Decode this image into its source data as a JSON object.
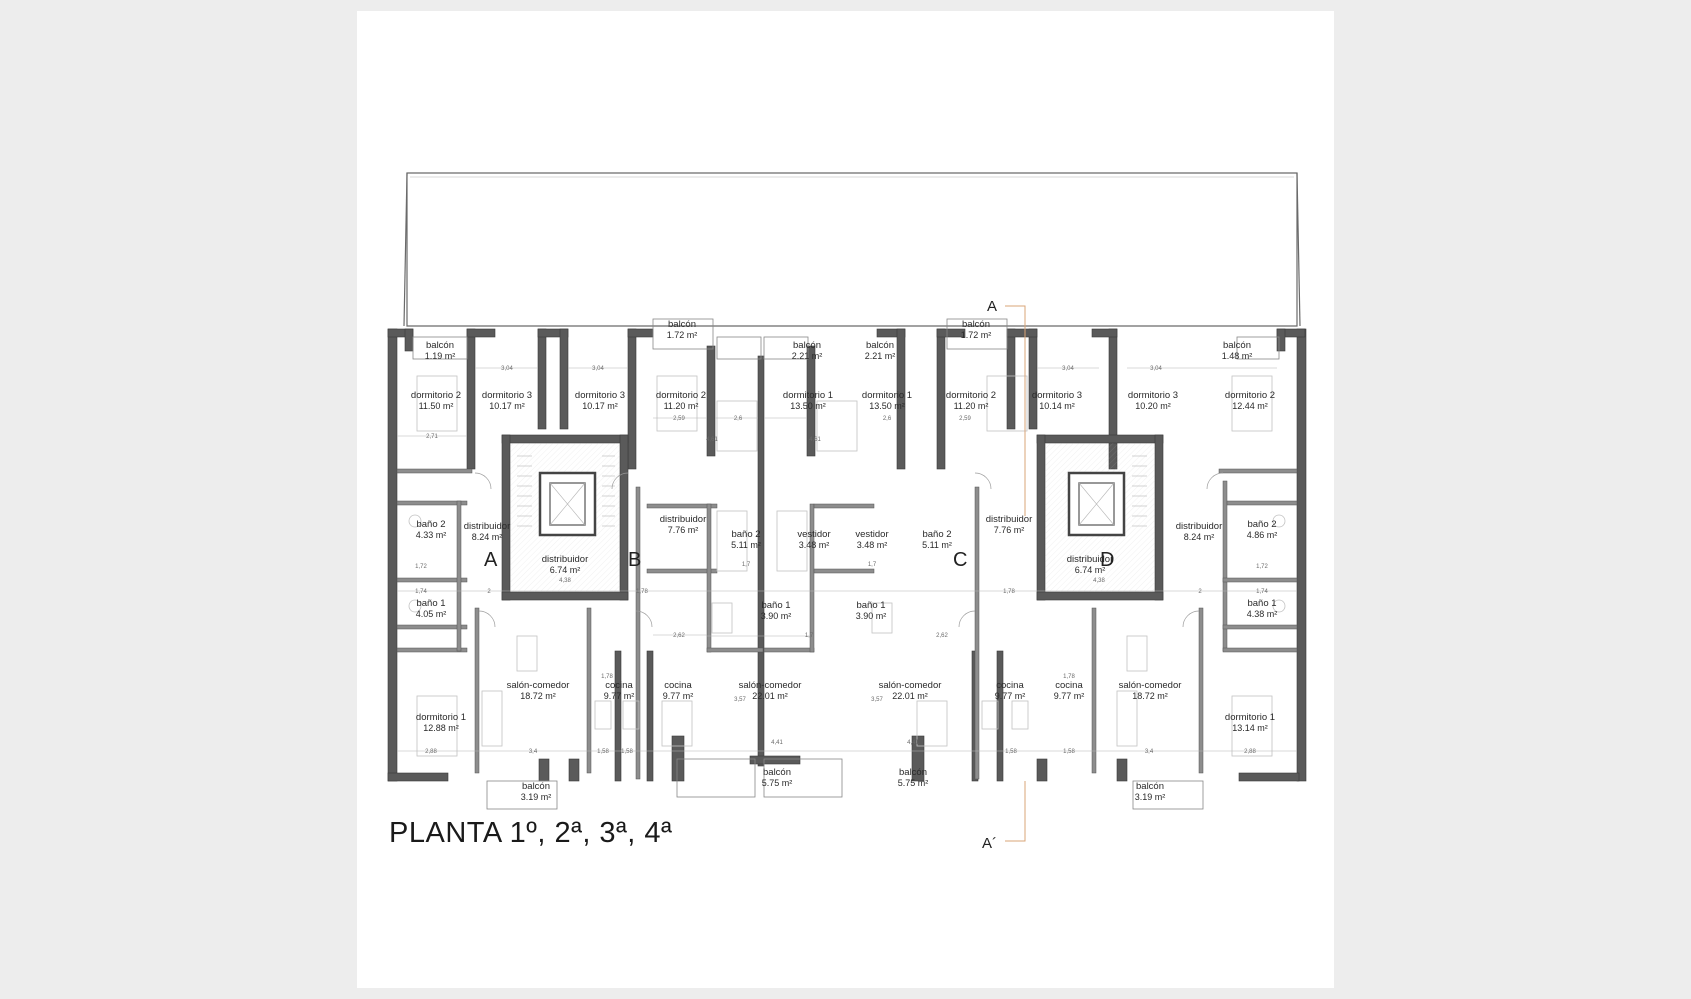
{
  "title": "PLANTA 1º, 2ª, 3ª, 4ª",
  "section": {
    "start": "A",
    "end": "A´"
  },
  "units": [
    {
      "letter": "A"
    },
    {
      "letter": "B"
    },
    {
      "letter": "C"
    },
    {
      "letter": "D"
    }
  ],
  "rooms": [
    {
      "name": "balcón",
      "area": "1.19 m²"
    },
    {
      "name": "dormitorio 2",
      "area": "11.50 m²"
    },
    {
      "name": "dormitorio 3",
      "area": "10.17 m²"
    },
    {
      "name": "dormitorio 3",
      "area": "10.17 m²"
    },
    {
      "name": "balcón",
      "area": "1.72 m²"
    },
    {
      "name": "dormitorio 2",
      "area": "11.20 m²"
    },
    {
      "name": "balcón",
      "area": "2.21 m²"
    },
    {
      "name": "dormitorio 1",
      "area": "13.50 m²"
    },
    {
      "name": "balcón",
      "area": "2.21 m²"
    },
    {
      "name": "dormitorio 1",
      "area": "13.50 m²"
    },
    {
      "name": "balcón",
      "area": "1.72 m²"
    },
    {
      "name": "dormitorio 2",
      "area": "11.20 m²"
    },
    {
      "name": "dormitorio 3",
      "area": "10.14 m²"
    },
    {
      "name": "dormitorio 3",
      "area": "10.20 m²"
    },
    {
      "name": "balcón",
      "area": "1.48 m²"
    },
    {
      "name": "dormitorio 2",
      "area": "12.44 m²"
    },
    {
      "name": "baño 2",
      "area": "4.33 m²"
    },
    {
      "name": "distribuidor",
      "area": "8.24 m²"
    },
    {
      "name": "distribuidor",
      "area": "6.74 m²"
    },
    {
      "name": "distribuidor",
      "area": "7.76 m²"
    },
    {
      "name": "baño 2",
      "area": "5.11 m²"
    },
    {
      "name": "vestidor",
      "area": "3.48 m²"
    },
    {
      "name": "vestidor",
      "area": "3.48 m²"
    },
    {
      "name": "baño 2",
      "area": "5.11 m²"
    },
    {
      "name": "distribuidor",
      "area": "7.76 m²"
    },
    {
      "name": "distribuidor",
      "area": "6.74 m²"
    },
    {
      "name": "distribuidor",
      "area": "8.24 m²"
    },
    {
      "name": "baño 2",
      "area": "4.86 m²"
    },
    {
      "name": "baño 1",
      "area": "4.05 m²"
    },
    {
      "name": "baño 1",
      "area": "3.90 m²"
    },
    {
      "name": "baño 1",
      "area": "3.90 m²"
    },
    {
      "name": "baño 1",
      "area": "4.38 m²"
    },
    {
      "name": "salón-comedor",
      "area": "18.72 m²"
    },
    {
      "name": "cocina",
      "area": "9.77 m²"
    },
    {
      "name": "cocina",
      "area": "9.77 m²"
    },
    {
      "name": "salón-comedor",
      "area": "22.01 m²"
    },
    {
      "name": "salón-comedor",
      "area": "22.01 m²"
    },
    {
      "name": "cocina",
      "area": "9.77 m²"
    },
    {
      "name": "cocina",
      "area": "9.77 m²"
    },
    {
      "name": "salón-comedor",
      "area": "18.72 m²"
    },
    {
      "name": "dormitorio 1",
      "area": "12.88 m²"
    },
    {
      "name": "dormitorio 1",
      "area": "13.14 m²"
    },
    {
      "name": "balcón",
      "area": "3.19 m²"
    },
    {
      "name": "balcón",
      "area": "5.75 m²"
    },
    {
      "name": "balcón",
      "area": "5.75 m²"
    },
    {
      "name": "balcón",
      "area": "3.19 m²"
    }
  ],
  "dimensions": [
    "3,04",
    "3,04",
    "3,04",
    "3,04",
    "2,71",
    "2,59",
    "2,6",
    "2,6",
    "2,59",
    "4,61",
    "4,61",
    "1,72",
    "1,74",
    "2",
    "4,38",
    "1,78",
    "1,78",
    "4,38",
    "2",
    "1,74",
    "1,72",
    "1,7",
    "1,7",
    "2,62",
    "2,62",
    "1,7",
    "2,88",
    "3,4",
    "1,58",
    "1,58",
    "4,41",
    "4,41",
    "1,58",
    "1,58",
    "3,4",
    "2,88",
    "3,57",
    "3,57",
    "1,78",
    "1,78"
  ]
}
